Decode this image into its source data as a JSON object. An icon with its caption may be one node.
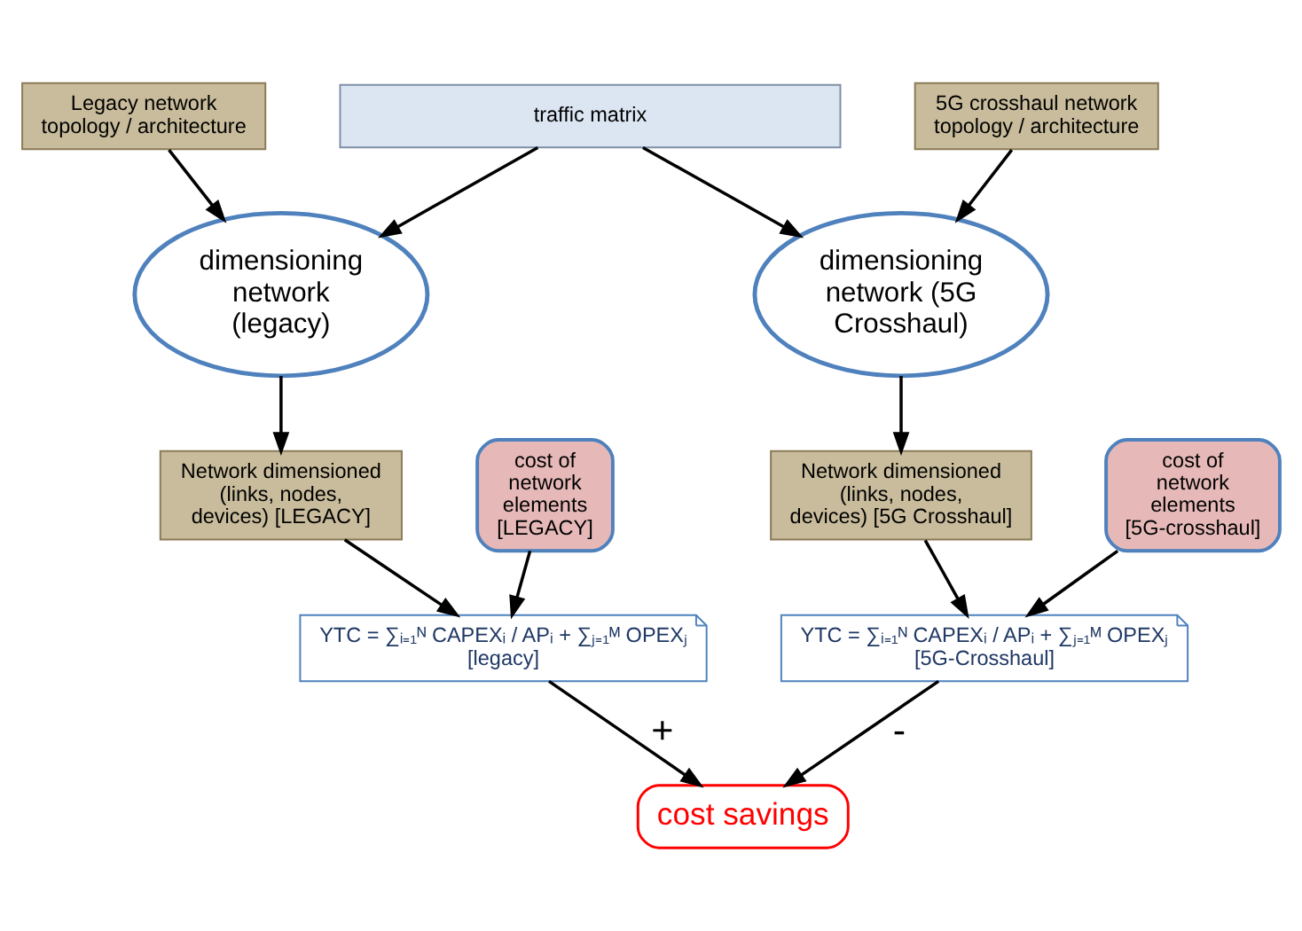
{
  "diagram": {
    "nodes": [
      {
        "text": [
          "traffic matrix"
        ]
      },
      {
        "text": [
          "Legacy network topology / architecture"
        ]
      },
      {
        "text": [
          "5G crosshaul network topology / architecture"
        ]
      },
      {
        "text": [
          "dimensioning network (legacy)"
        ]
      },
      {
        "text": [
          "dimensioning network (5G Crosshaul)"
        ]
      },
      {
        "text": [
          "cost of network elements [LEGACY]"
        ]
      },
      {
        "text": [
          "Network dimensioned (links, nodes, devices) [LEGACY]"
        ]
      },
      {
        "text": [
          "Network dimensioned (links, nodes, devices) [5G Crosshaul]"
        ]
      },
      {
        "text": [
          "cost of network elements [5G-crosshaul]"
        ]
      },
      {
        "text": [
          "YTC = ∑ᵢ₌₁ᴺ CAPEXᵢ / APᵢ + ∑ⱼ₌₁ᴹ OPEXⱼ",
          "[legacy]"
        ]
      },
      {
        "text": [
          "YTC = ∑ᵢ₌₁ᴺ CAPEXᵢ / APᵢ + ∑ⱼ₌₁ᴹ OPEXⱼ",
          "[5G-Crosshaul]"
        ]
      },
      {
        "text": [
          "cost savings"
        ]
      }
    ],
    "edges": [
      {
        "from": 0,
        "to": 3,
        "arrow": "to"
      },
      {
        "from": 0,
        "to": 4,
        "arrow": "to"
      },
      {
        "from": 1,
        "to": 3,
        "arrow": "to"
      },
      {
        "from": 2,
        "to": 4,
        "arrow": "to"
      },
      {
        "from": 3,
        "to": 6,
        "arrow": "to"
      },
      {
        "from": 4,
        "to": 7,
        "arrow": "to"
      },
      {
        "from": 5,
        "to": 9,
        "arrow": "to"
      },
      {
        "from": 6,
        "to": 9,
        "arrow": "to"
      },
      {
        "from": 7,
        "to": 10,
        "arrow": "to"
      },
      {
        "from": 8,
        "to": 10,
        "arrow": "to"
      },
      {
        "from": 9,
        "to": 11,
        "arrow": "to",
        "label": "+"
      },
      {
        "from": 10,
        "to": 11,
        "arrow": "to",
        "label": "-"
      }
    ]
  }
}
